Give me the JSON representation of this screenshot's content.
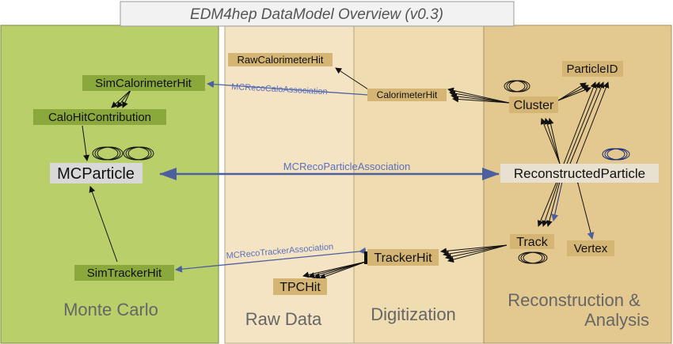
{
  "title": "EDM4hep DataModel Overview (v0.3)",
  "regions": {
    "monte_carlo": "Monte Carlo",
    "raw_data": "Raw Data",
    "digitization": "Digitization",
    "reconstruction_line1": "Reconstruction &",
    "reconstruction_line2": "Analysis"
  },
  "colors": {
    "monte_carlo_bg": "#b9d06a",
    "raw_data_bg": "#f4e4c4",
    "digitization_bg": "#efdcb0",
    "reconstruction_bg": "#e3c88f",
    "association_color": "#4c5f9e",
    "mc_node": "#8aa83c",
    "reco_node": "#d5b574",
    "mcparticle_node": "#d8d8d8"
  },
  "nodes": {
    "sim_calorimeter_hit": "SimCalorimeterHit",
    "calo_hit_contribution": "CaloHitContribution",
    "mc_particle": "MCParticle",
    "sim_tracker_hit": "SimTrackerHit",
    "raw_calorimeter_hit": "RawCalorimeterHit",
    "calorimeter_hit": "CalorimeterHit",
    "tracker_hit": "TrackerHit",
    "tpc_hit": "TPCHit",
    "particle_id": "ParticleID",
    "cluster": "Cluster",
    "reconstructed_particle": "ReconstructedParticle",
    "track": "Track",
    "vertex": "Vertex"
  },
  "associations": {
    "calo": "MCRecoCaloAssociation",
    "particle": "MCRecoParticleAssociation",
    "tracker": "MCRecoTrackerAssociation"
  }
}
